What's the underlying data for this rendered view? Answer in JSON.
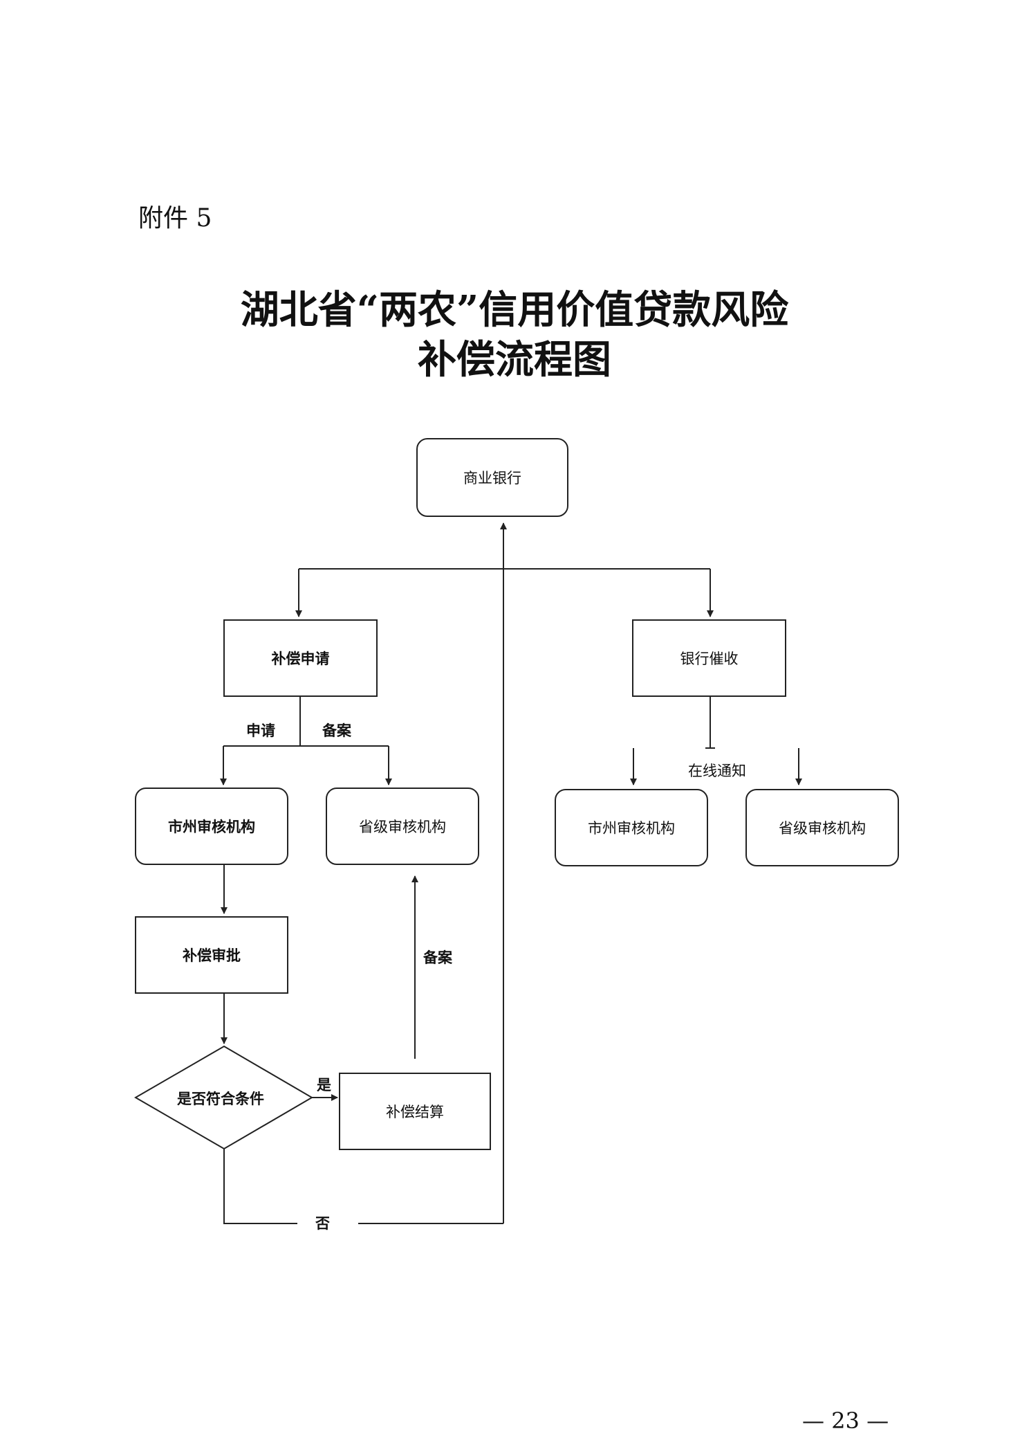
{
  "header": {
    "attachment": "附件 5"
  },
  "title": {
    "line1": "湖北省“两农”信用价值贷款风险",
    "line2": "补偿流程图"
  },
  "nodes": {
    "bank": "商业银行",
    "apply": "补偿申请",
    "collect": "银行催收",
    "city_left": "市州审核机构",
    "prov_left": "省级审核机构",
    "city_right": "市州审核机构",
    "prov_right": "省级审核机构",
    "approve": "补偿审批",
    "decision": "是否符合条件",
    "settle": "补偿结算"
  },
  "edge_labels": {
    "apply_left": "申请",
    "apply_right": "备案",
    "online_notice": "在线通知",
    "record_up": "备案",
    "yes": "是",
    "no": "否"
  },
  "footer": {
    "page_number": "— 23 —"
  }
}
